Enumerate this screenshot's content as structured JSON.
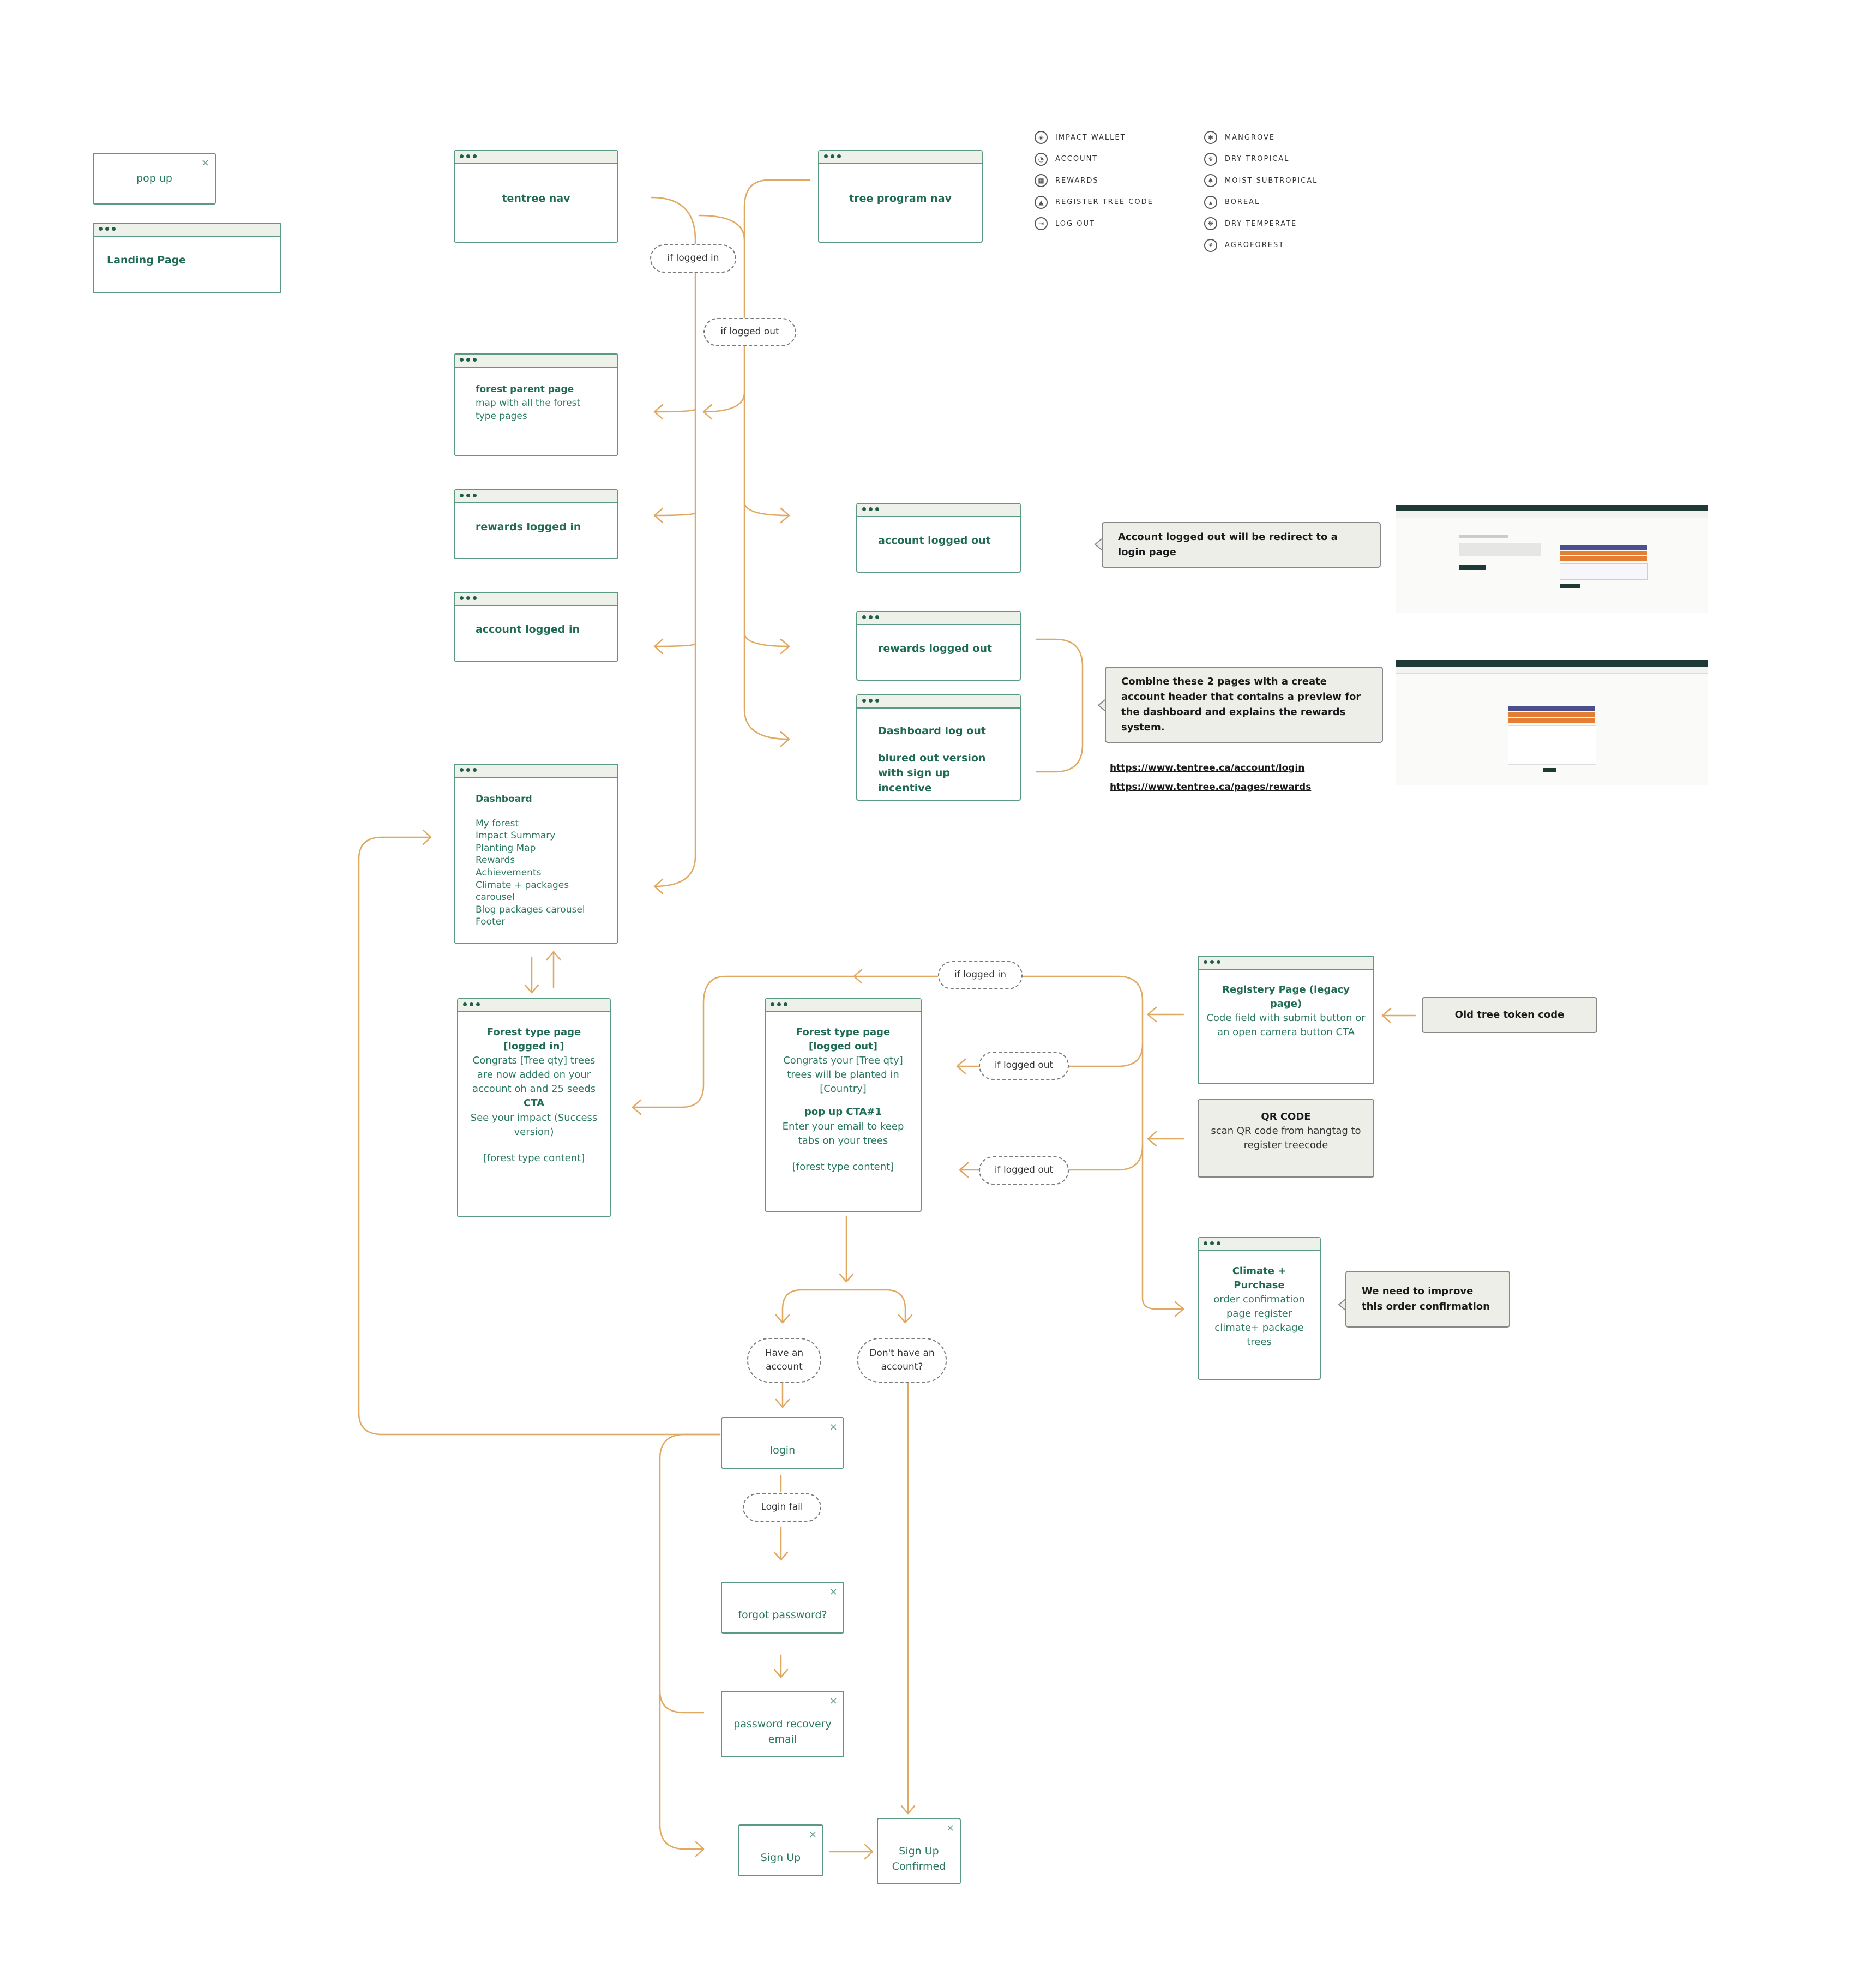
{
  "nodes": {
    "popup": "pop up",
    "landing": "Landing Page",
    "tentree_nav": "tentree nav",
    "tree_program_nav": "tree program nav",
    "forest_parent": {
      "title": "forest parent page",
      "desc": "map with all the forest type pages"
    },
    "rewards_in": "rewards logged in",
    "account_in": "account logged in",
    "account_out": "account logged out",
    "rewards_out": "rewards  logged out",
    "dashboard_out": {
      "title": "Dashboard log out",
      "desc": "blured out version with sign up incentive"
    },
    "dashboard": {
      "title": "Dashboard",
      "items": [
        "My forest",
        "Impact Summary",
        "Planting Map",
        "Rewards",
        "Achievements",
        "Climate + packages carousel",
        "Blog packages carousel",
        "Footer"
      ]
    },
    "forest_in": {
      "title": "Forest type page [logged in]",
      "line1": "Congrats  [Tree qty] trees are now added on your account oh and 25 seeds",
      "cta": "CTA",
      "line2": "See your impact (Success version)",
      "line3": "[forest type content]"
    },
    "forest_out": {
      "title": "Forest type page [logged out]",
      "line1": "Congrats your [Tree qty] trees will be planted in [Country]",
      "cta": "pop up CTA#1",
      "line2": "Enter your email to keep tabs on your trees",
      "line3": "[forest type content]"
    },
    "registry": {
      "title": "Registery Page (legacy page)",
      "desc": "Code field with submit button  or an open camera button CTA"
    },
    "qr": {
      "title": "QR CODE",
      "desc": "scan QR code from hangtag to register treecode"
    },
    "climate": {
      "title": "Climate + Purchase",
      "desc": "order confirmation page register climate+ package trees"
    },
    "login": "login",
    "forgot": "forgot password?",
    "recovery": "password recovery email",
    "signup": "Sign Up",
    "signup_confirmed": "Sign Up Confirmed"
  },
  "conditions": {
    "logged_in_top": "if logged in",
    "logged_out_top": "if logged out",
    "logged_in_mid": "if logged in",
    "logged_out_mid1": "if logged out",
    "logged_out_mid2": "if logged out",
    "have_account": "Have an account",
    "no_account": "Don't have an account?",
    "login_fail": "Login fail"
  },
  "notes": {
    "redirect": "Account logged out will be redirect to a login page",
    "combine": "Combine these 2 pages with a create account header that contains a preview for the dashboard and explains the rewards system.",
    "old_token": "Old tree token code",
    "improve": "We need to improve this order confirmation"
  },
  "links": [
    "https://www.tentree.ca/account/login",
    "https://www.tentree.ca/pages/rewards"
  ],
  "legend_nav": [
    {
      "icon": "impact-wallet-icon",
      "label": "IMPACT WALLET"
    },
    {
      "icon": "account-icon",
      "label": "ACCOUNT"
    },
    {
      "icon": "rewards-icon",
      "label": "REWARDS"
    },
    {
      "icon": "register-tree-code-icon",
      "label": "REGISTER TREE CODE"
    },
    {
      "icon": "log-out-icon",
      "label": "LOG OUT"
    }
  ],
  "legend_forest": [
    {
      "icon": "mangrove-icon",
      "label": "MANGROVE"
    },
    {
      "icon": "dry-tropical-icon",
      "label": "DRY TROPICAL"
    },
    {
      "icon": "moist-subtropical-icon",
      "label": "MOIST SUBTROPICAL"
    },
    {
      "icon": "boreal-icon",
      "label": "BOREAL"
    },
    {
      "icon": "dry-temperate-icon",
      "label": "DRY TEMPERATE"
    },
    {
      "icon": "agroforest-icon",
      "label": "AGROFOREST"
    }
  ],
  "colors": {
    "wire": "#e0a860",
    "node_border": "#5a9a84",
    "node_text": "#1f6b55",
    "note_bg": "#eeeee9"
  }
}
